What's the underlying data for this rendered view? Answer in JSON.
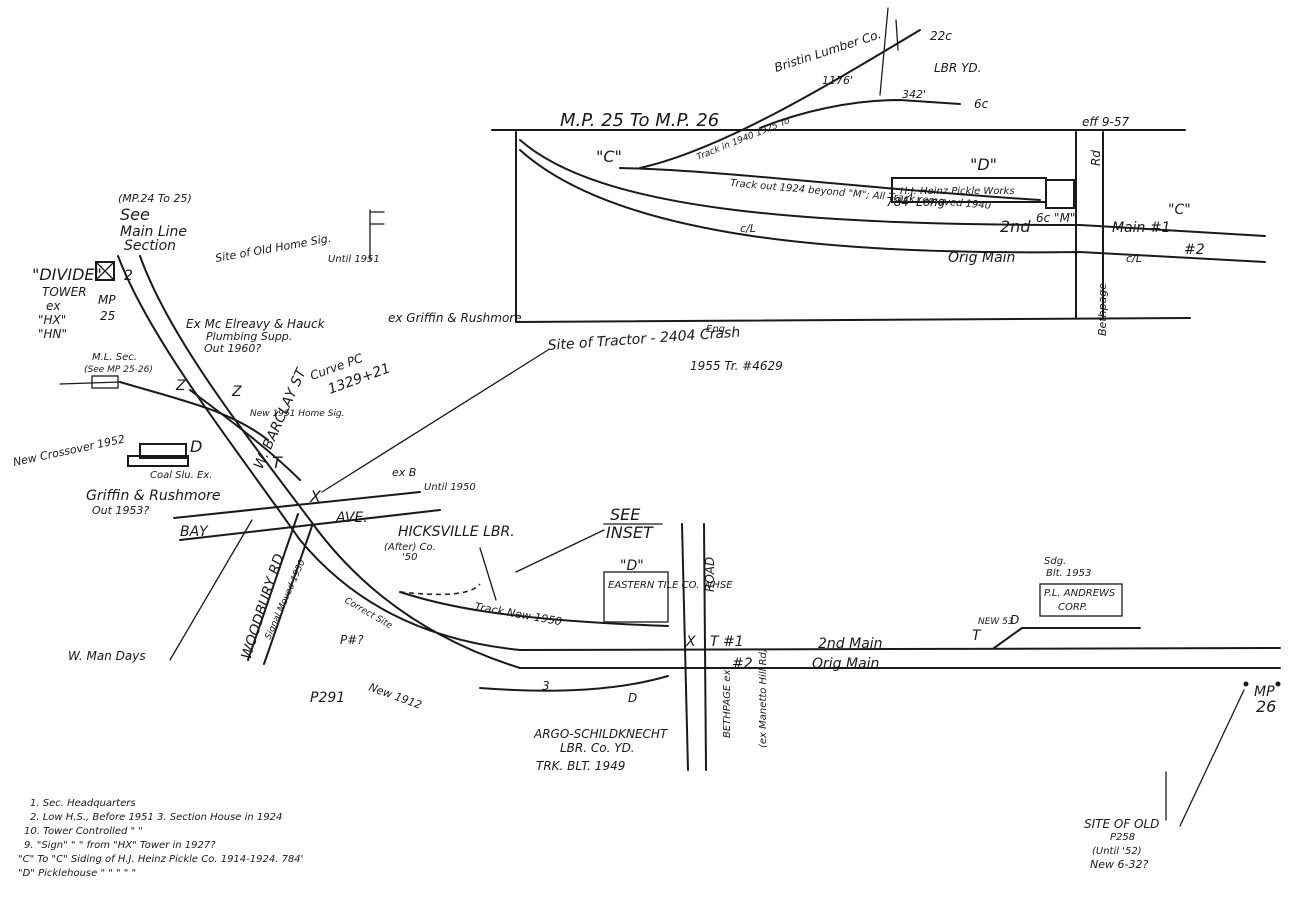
{
  "inset": {
    "title": "M.P. 25 To M.P. 26",
    "eff": "eff 9-57",
    "bristol": "Bristin Lumber Co.",
    "len_1176": "1176'",
    "len_342": "342'",
    "lbr_yd": "LBR YD.",
    "track_22c": "22c",
    "track_6c": "6c",
    "track_1925": "Track in 1940 1925 To",
    "c_label": "\"C\"",
    "d_label": "\"D\"",
    "heinz": "H.J. Heinz Pickle Works",
    "out_1924": "Track out 1924 beyond \"M\"; All Track removed 1940",
    "len_784": "784' Long",
    "second_main": "2nd",
    "six_c_m": "6c \"M\"",
    "c_right": "\"C\"",
    "cl1": "c/L",
    "cl2": "c/L",
    "orig_main": "Orig Main",
    "main1": "Main #1",
    "main2": "#2",
    "rd": "Rd",
    "bethpage": "Bethpage"
  },
  "left": {
    "mp24_25": "(MP.24 To 25)",
    "see": "See",
    "main_line": "Main Line",
    "section": "Section",
    "site_home_sig": "Site of Old Home Sig.",
    "until_1951": "Until 1951",
    "divide": "\"DIVIDE\"",
    "tower": "TOWER",
    "ex": "ex",
    "hx": "\"HX\"",
    "hn": "\"HN\"",
    "mp": "MP",
    "mp25": "25",
    "ml_sec": "M.L. Sec.",
    "see_mp": "(See MP 25-26)",
    "mcelreavy": "Ex Mc Elreavy & Hauck",
    "plumbing": "Plumbing Supp.",
    "out_1960": "Out 1960?",
    "ex_griffin": "ex Griffin & Rushmore",
    "curve_pc": "Curve PC",
    "station": "1329+21",
    "new_1951": "New 1951 Home Sig.",
    "new_crossover": "New Crossover 1952",
    "coal_slu": "Coal Slu. Ex.",
    "griffin": "Griffin & Rushmore",
    "out_1953": "Out 1953?",
    "w_barclay": "W. BARCLAY ST",
    "bay": "BAY",
    "ave": "AVE.",
    "woodbury": "WOODBURY RD",
    "w_man_days": "W. Man Days",
    "p291": "P291",
    "p_num": "P#?",
    "new_1912": "New 1912",
    "signal_1930": "Signal Moved 1930",
    "correct_site": "Correct Site",
    "until_1950": "Until 1950",
    "ex_b": "ex B",
    "z1": "Z",
    "z2": "Z",
    "two": "2",
    "d_small": "D",
    "x_mark": "X",
    "t_mark": "T"
  },
  "center": {
    "site_tractor": "Site of Tractor - 2404 Crash",
    "eng": "Eng.",
    "tr_4629": "1955 Tr. #4629",
    "see": "SEE",
    "inset": "INSET",
    "hicksville": "HICKSVILLE LBR.",
    "after_co": "(After) Co.",
    "co_50": "'50",
    "d_label": "\"D\"",
    "eastern": "EASTERN TILE CO. WHSE",
    "track_new": "Track New 1950",
    "road": "ROAD",
    "t1": "T #1",
    "second_main": "2nd Main",
    "two_num": "#2",
    "orig_main": "Orig Main",
    "x": "X",
    "bethpage_ex": "BETHPAGE ex",
    "ex_manetto": "(ex Manetto Hill Rd)",
    "argo": "ARGO-SCHILDKNECHT",
    "lbr_yd": "LBR. Co. YD.",
    "trk_blt": "TRK. BLT. 1949",
    "three": "3",
    "d_small": "D"
  },
  "right": {
    "sdg": "Sdg.",
    "blt_1953": "Blt. 1953",
    "andrews": "P.L. ANDREWS",
    "corp": "CORP.",
    "new_53": "NEW 53",
    "t": "T",
    "d": "D",
    "mp": "MP",
    "mp26": "26",
    "site_of_old": "SITE OF OLD",
    "p258": "P258",
    "until_52": "(Until '52)",
    "new_6_32": "New 6-32?"
  },
  "legend": [
    "1. Sec. Headquarters",
    "2. Low H.S., Before 1951  3. Section House in 1924",
    "10. Tower Controlled \"       \"",
    "9. \"Sign\"   \"     \"  from \"HX\" Tower in 1927?",
    "\"C\" To \"C\" Siding of H.J. Heinz Pickle Co. 1914-1924. 784'",
    "\"D\"   Picklehouse   \"       \"        \"       \"       \""
  ]
}
